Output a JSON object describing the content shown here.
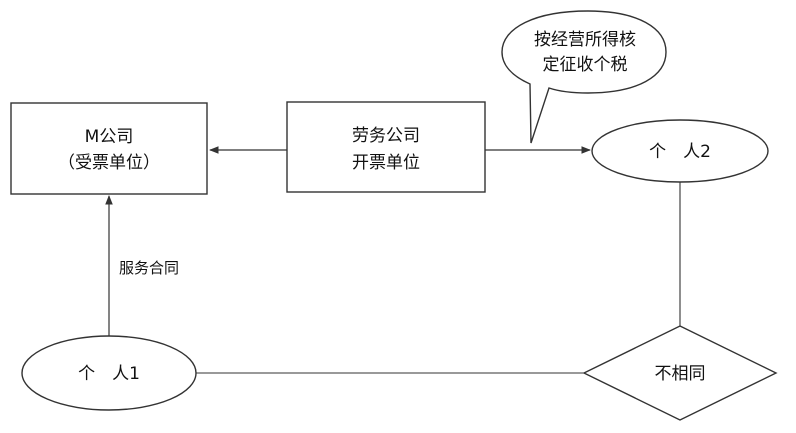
{
  "nodes": {
    "m_company": {
      "line1": "M公司",
      "line2": "（受票单位）"
    },
    "labor_company": {
      "line1": "劳务公司",
      "line2": "开票单位"
    },
    "person_2": {
      "label": "个　人2"
    },
    "person_1": {
      "label": "个　人1"
    },
    "not_same": {
      "label": "不相同"
    }
  },
  "callout": {
    "line1": "按经营所得核",
    "line2": "定征收个税"
  },
  "edges": {
    "service_contract": {
      "label": "服务合同"
    }
  }
}
